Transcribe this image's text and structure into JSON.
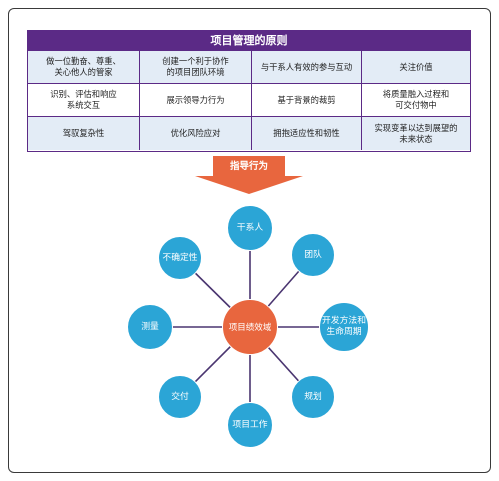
{
  "principles": {
    "title": "项目管理的原则",
    "cells": [
      "做一位勤奋、尊重、\n关心他人的管家",
      "创建一个利于协作\n的项目团队环境",
      "与干系人有效的参与互动",
      "关注价值",
      "识别、评估和响应\n系统交互",
      "展示领导力行为",
      "基于背景的裁剪",
      "将质量融入过程和\n可交付物中",
      "驾驭复杂性",
      "优化风险应对",
      "拥抱适应性和韧性",
      "实现变革以达到展望的\n未来状态"
    ]
  },
  "arrow": {
    "label": "指导行为"
  },
  "performance": {
    "center": "项目绩效域",
    "domains": [
      "干系人",
      "团队",
      "开发方法和\n生命周期",
      "规划",
      "项目工作",
      "交付",
      "测量",
      "不确定性"
    ]
  },
  "colors": {
    "header": "#5b2a86",
    "arrow": "#e8663e",
    "node": "#2ba5d6",
    "center": "#e8663e",
    "spoke": "#4a3570"
  }
}
